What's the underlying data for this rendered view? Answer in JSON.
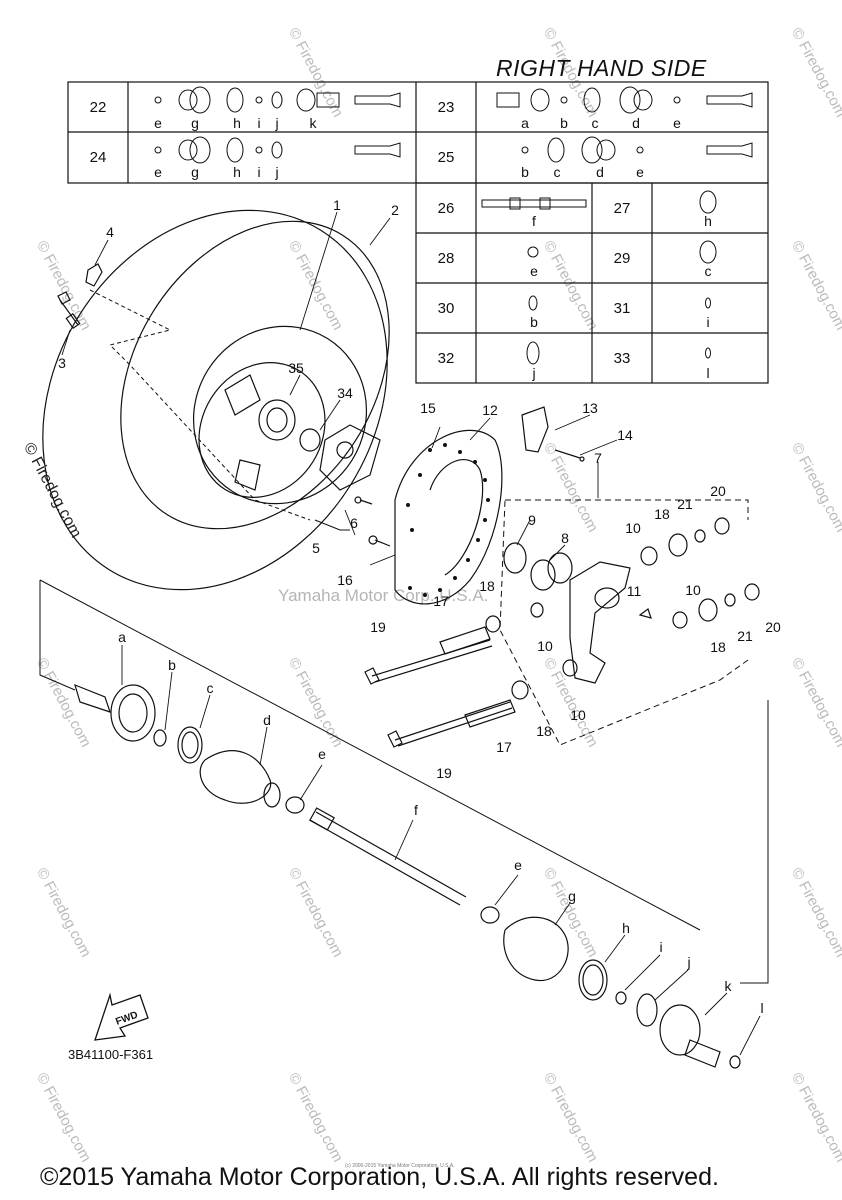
{
  "title": "RIGHT HAND SIDE",
  "table": {
    "row1": [
      {
        "num": "22",
        "letters": [
          "e",
          "g",
          "h",
          "i",
          "j",
          "k"
        ]
      },
      {
        "num": "23",
        "letters": [
          "a",
          "b",
          "c",
          "d",
          "e"
        ]
      }
    ],
    "row2": [
      {
        "num": "24",
        "letters": [
          "e",
          "g",
          "h",
          "i",
          "j"
        ]
      },
      {
        "num": "25",
        "letters": [
          "b",
          "c",
          "d",
          "e"
        ]
      }
    ],
    "small_cells": [
      {
        "num": "26",
        "letter": "f"
      },
      {
        "num": "27",
        "letter": "h"
      },
      {
        "num": "28",
        "letter": "e"
      },
      {
        "num": "29",
        "letter": "c"
      },
      {
        "num": "30",
        "letter": "b"
      },
      {
        "num": "31",
        "letter": "i"
      },
      {
        "num": "32",
        "letter": "j"
      },
      {
        "num": "33",
        "letter": "l"
      }
    ]
  },
  "callouts": [
    "1",
    "2",
    "3",
    "4",
    "5",
    "6",
    "7",
    "8",
    "9",
    "10",
    "11",
    "12",
    "13",
    "14",
    "15",
    "16",
    "17",
    "18",
    "19",
    "20",
    "21",
    "34",
    "35",
    "a",
    "b",
    "c",
    "d",
    "e",
    "f",
    "g",
    "h",
    "i",
    "j",
    "k",
    "l"
  ],
  "fwd_label": "FWD",
  "reference_code": "3B41100-F361",
  "watermark_side": "© Firedog.com",
  "watermark_repeat": "© Firedog.com",
  "watermark_center": "Yamaha Motor Corp. U.S.A.",
  "small_print": "(c) 2000-2015 Yamaha Motor Corporation, U.S.A.",
  "copyright": "©2015 Yamaha Motor Corporation, U.S.A. All rights reserved."
}
